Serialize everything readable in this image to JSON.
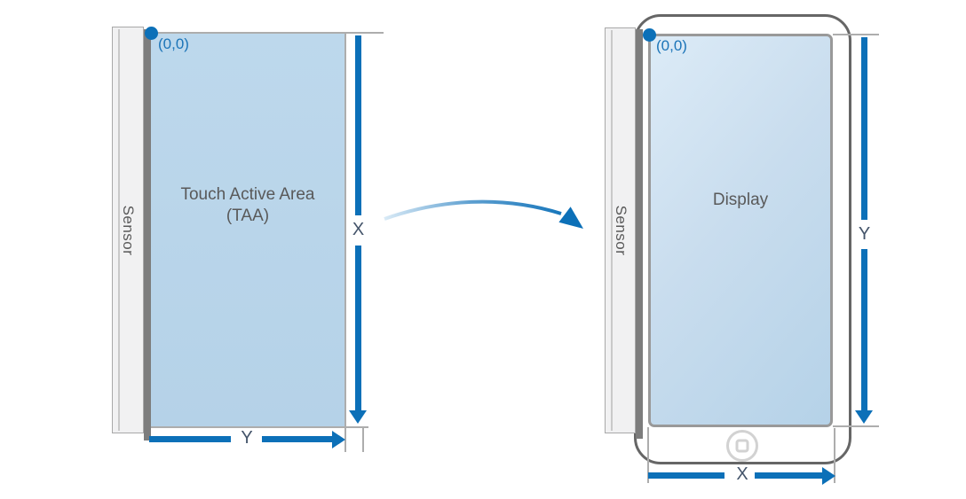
{
  "diagram": {
    "left_panel": {
      "sensor_label": "Sensor",
      "origin_label": "(0,0)",
      "area_label_line1": "Touch Active Area",
      "area_label_line2": "(TAA)",
      "vertical_dim_label": "X",
      "horizontal_dim_label": "Y"
    },
    "right_panel": {
      "sensor_label": "Sensor",
      "origin_label": "(0,0)",
      "area_label": "Display",
      "vertical_dim_label": "Y",
      "horizontal_dim_label": "X"
    },
    "colors": {
      "accent_blue": "#0c70b8",
      "origin_text_blue": "#1b74b8",
      "dim_label_color": "#44546a",
      "area_fill": "#b7d4e9",
      "area_fill_light": "#dcebf7",
      "sensor_fill": "#f1f1f2",
      "sensor_strip_gray": "#7d7d7d",
      "label_text_gray": "#595959",
      "construction_line_gray": "#adadad",
      "display_border_gray": "#999999",
      "phone_border_gray": "#666666"
    }
  }
}
